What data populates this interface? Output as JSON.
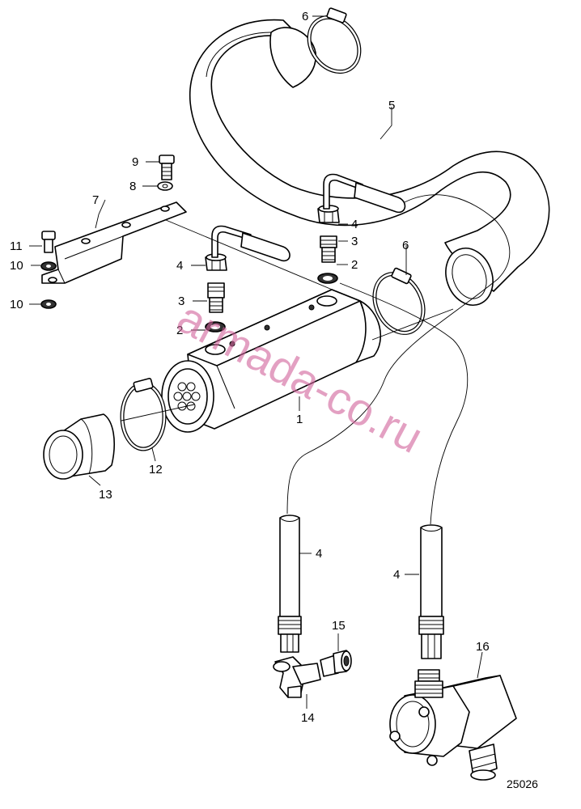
{
  "labels": {
    "l1": "1",
    "l2a": "2",
    "l2b": "2",
    "l3a": "3",
    "l3b": "3",
    "l4a": "4",
    "l4b": "4",
    "l4c": "4",
    "l4d": "4",
    "l5": "5",
    "l6a": "6",
    "l6b": "6",
    "l7": "7",
    "l8": "8",
    "l9": "9",
    "l10a": "10",
    "l10b": "10",
    "l11": "11",
    "l12": "12",
    "l13": "13",
    "l14": "14",
    "l15": "15",
    "l16": "16"
  },
  "reference_number": "25026",
  "watermark": "armada-co.ru"
}
